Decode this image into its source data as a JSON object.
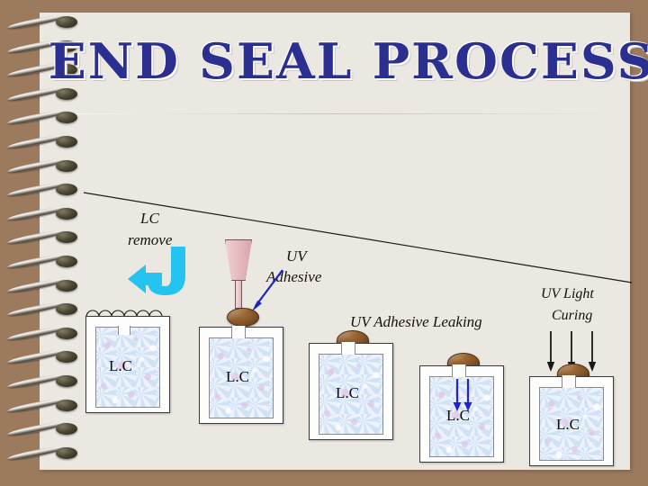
{
  "slide": {
    "title": "END SEAL PROCESS",
    "background_color": "#9b7a5e",
    "paper_color": "#ebe7e1",
    "title_color": "#2b2f8f"
  },
  "labels": {
    "lc_remove_line1": "LC",
    "lc_remove_line2": "remove",
    "uv_adhesive_line1": "UV",
    "uv_adhesive_line2": "Adhesive",
    "uv_adhesive_leaking": "UV Adhesive Leaking",
    "uv_light_curing_line1": "UV Light",
    "uv_light_curing_line2": "Curing"
  },
  "diagram": {
    "cell_label": "L.C",
    "accent_cyan": "#25c3f0",
    "accent_blue": "#1a23c4",
    "adhesive_brown": "#8a5a2c",
    "nozzle_pink": "#e7bcc1",
    "lc_fill_blue": "#cfe6f8",
    "steps": [
      {
        "id": "step-1",
        "name": "lc-filled-cell-with-residue",
        "label": "L.C"
      },
      {
        "id": "step-2",
        "name": "adhesive-dispensing-cell",
        "label": "L.C"
      },
      {
        "id": "step-3",
        "name": "adhesive-placed-cell",
        "label": "L.C"
      },
      {
        "id": "step-4",
        "name": "adhesive-leaking-cell",
        "label": "L.C"
      },
      {
        "id": "step-5",
        "name": "uv-curing-cell",
        "label": "L.C"
      }
    ]
  }
}
